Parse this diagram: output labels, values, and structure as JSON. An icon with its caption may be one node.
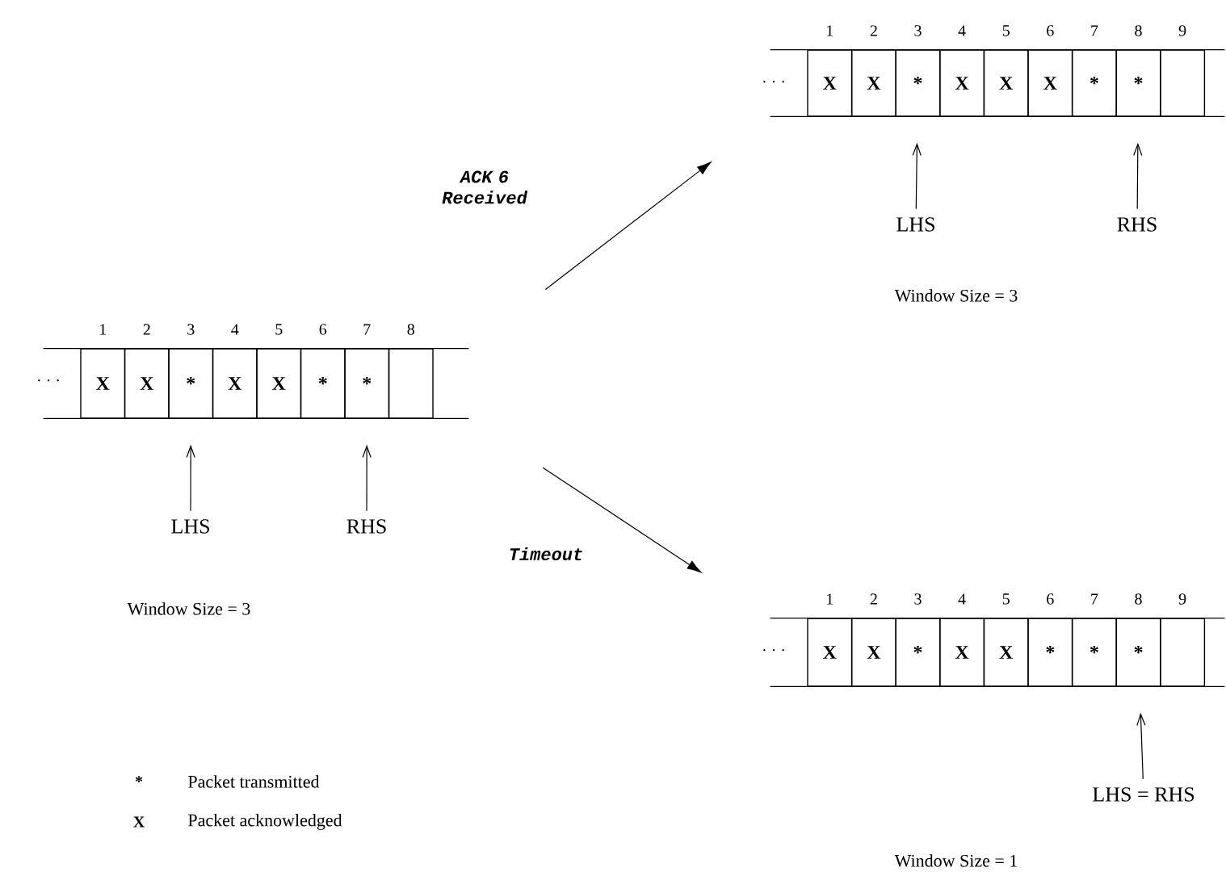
{
  "diagram": {
    "nodes": [
      {
        "text": [],
        "shape": "box"
      },
      {
        "text": [
          "X"
        ],
        "in": 0,
        "beside": [
          "1"
        ]
      },
      {
        "text": [
          "X"
        ],
        "in": 0,
        "beside": [
          "2"
        ]
      },
      {
        "text": [
          "*"
        ],
        "in": 0,
        "beside": [
          "3"
        ]
      },
      {
        "text": [
          "X"
        ],
        "in": 0,
        "beside": [
          "4"
        ]
      },
      {
        "text": [
          "X"
        ],
        "in": 0,
        "beside": [
          "5"
        ]
      },
      {
        "text": [
          "*"
        ],
        "in": 0,
        "beside": [
          "6"
        ]
      },
      {
        "text": [
          "*"
        ],
        "in": 0,
        "beside": [
          "7"
        ]
      },
      {
        "text": [],
        "shape": "box",
        "in": 0,
        "beside": [
          "8"
        ]
      },
      {
        "text": [
          "LHS"
        ]
      },
      {
        "text": [
          "RHS"
        ]
      },
      {
        "text": [],
        "shape": "box"
      },
      {
        "text": [
          "X"
        ],
        "in": 11,
        "beside": [
          "1"
        ]
      },
      {
        "text": [
          "X"
        ],
        "in": 11,
        "beside": [
          "2"
        ]
      },
      {
        "text": [
          "*"
        ],
        "in": 11,
        "beside": [
          "3"
        ]
      },
      {
        "text": [
          "X"
        ],
        "in": 11,
        "beside": [
          "4"
        ]
      },
      {
        "text": [
          "X"
        ],
        "in": 11,
        "beside": [
          "5"
        ]
      },
      {
        "text": [
          "X"
        ],
        "in": 11,
        "beside": [
          "6"
        ]
      },
      {
        "text": [
          "*"
        ],
        "in": 11,
        "beside": [
          "7"
        ]
      },
      {
        "text": [
          "*"
        ],
        "in": 11,
        "beside": [
          "8"
        ]
      },
      {
        "text": [],
        "shape": "box",
        "in": 11,
        "beside": [
          "9"
        ]
      },
      {
        "text": [
          "LHS"
        ]
      },
      {
        "text": [
          "RHS"
        ]
      },
      {
        "text": [],
        "shape": "box"
      },
      {
        "text": [
          "X"
        ],
        "in": 23,
        "beside": [
          "1"
        ]
      },
      {
        "text": [
          "X"
        ],
        "in": 23,
        "beside": [
          "2"
        ]
      },
      {
        "text": [
          "*"
        ],
        "in": 23,
        "beside": [
          "3"
        ]
      },
      {
        "text": [
          "X"
        ],
        "in": 23,
        "beside": [
          "4"
        ]
      },
      {
        "text": [
          "X"
        ],
        "in": 23,
        "beside": [
          "5"
        ]
      },
      {
        "text": [
          "*"
        ],
        "in": 23,
        "beside": [
          "6"
        ]
      },
      {
        "text": [
          "*"
        ],
        "in": 23,
        "beside": [
          "7"
        ]
      },
      {
        "text": [
          "*"
        ],
        "in": 23,
        "beside": [
          "8"
        ]
      },
      {
        "text": [],
        "shape": "box",
        "in": 23,
        "beside": [
          "9"
        ]
      },
      {
        "text": [
          "LHS = RHS"
        ]
      }
    ],
    "edges": [
      {
        "from": 0,
        "to": 11,
        "arrow": "to",
        "label": "ACK 6 Received"
      },
      {
        "from": 0,
        "to": 23,
        "arrow": "to",
        "label": "Timeout"
      },
      {
        "from": 9,
        "to": 3,
        "arrow": "to"
      },
      {
        "from": 10,
        "to": 7,
        "arrow": "to"
      },
      {
        "from": 21,
        "to": 14,
        "arrow": "to"
      },
      {
        "from": 22,
        "to": 19,
        "arrow": "to"
      },
      {
        "from": 33,
        "to": 31,
        "arrow": "to"
      }
    ],
    "labels": [
      "· · ·",
      "Window Size = 3",
      "· · ·",
      "Window Size = 3",
      "· · ·",
      "Window Size = 1",
      "*",
      "X"
    ],
    "legend": [
      {
        "text": "Packet transmitted"
      },
      {
        "text": "Packet acknowledged"
      }
    ]
  }
}
